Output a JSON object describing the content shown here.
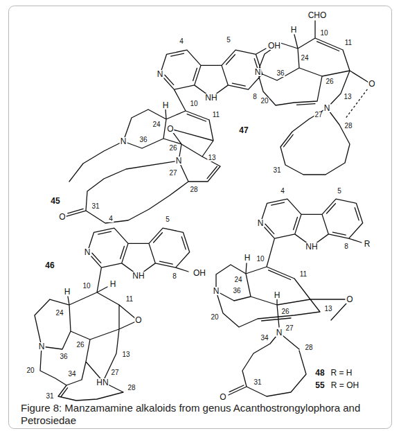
{
  "diagram": {
    "caption": "Figure 8: Manzamamine alkaloids from genus Acanthostrongylophora and Petrosiedae",
    "labels": [
      "5",
      "OH",
      "4",
      "8",
      "N",
      "NH",
      "10",
      "H",
      "24",
      "11",
      "N",
      "36",
      "O",
      "26",
      "13",
      "27",
      "N",
      "28",
      "45",
      "O",
      "31",
      "CHO",
      "10",
      "H",
      "24",
      "11",
      "N",
      "36",
      "26",
      "13",
      "O",
      "20",
      "27",
      "N",
      "28",
      "47",
      "31",
      "4",
      "5",
      "N",
      "NH",
      "8",
      "OH",
      "46",
      "H",
      "10",
      "H",
      "24",
      "11",
      "O",
      "N",
      "36",
      "26",
      "13",
      "20",
      "27",
      "HN",
      "28",
      "34",
      "31",
      "4",
      "5",
      "N",
      "8",
      "R",
      "NH",
      "H",
      "10",
      "24",
      "11",
      "N",
      "36",
      "H",
      "26",
      "13",
      "O",
      "20",
      "27",
      "N",
      "34",
      "28",
      "31",
      "O",
      "48",
      "R = H",
      "55",
      "R = OH"
    ]
  }
}
